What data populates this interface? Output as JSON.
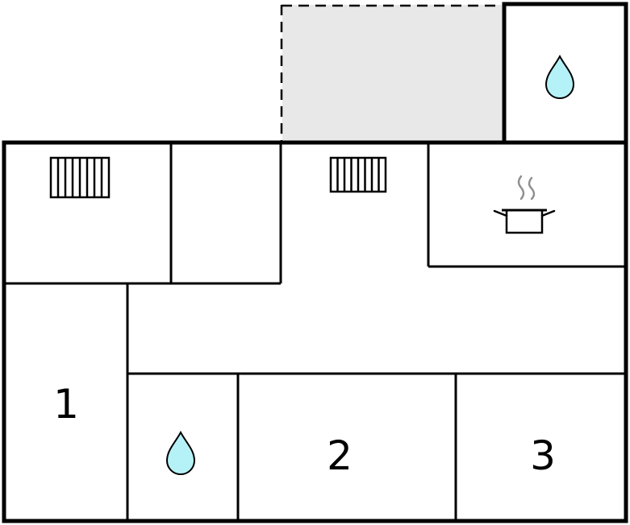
{
  "floorplan": {
    "rooms": [
      {
        "label": "1"
      },
      {
        "label": "2"
      },
      {
        "label": "3"
      }
    ],
    "icons": [
      {
        "name": "water-drop-icon",
        "area": "top-right-room"
      },
      {
        "name": "water-drop-icon",
        "area": "bottom-bathroom"
      },
      {
        "name": "cooking-pot-icon",
        "area": "kitchen"
      },
      {
        "name": "radiator-icon",
        "area": "top-left-room"
      },
      {
        "name": "radiator-icon",
        "area": "hallway"
      }
    ],
    "colors": {
      "wall": "#000000",
      "background": "#ffffff",
      "terrace_fill": "#e8e8e8",
      "water_drop_fill": "#b5f2f7",
      "steam": "#8f8f8f"
    }
  }
}
